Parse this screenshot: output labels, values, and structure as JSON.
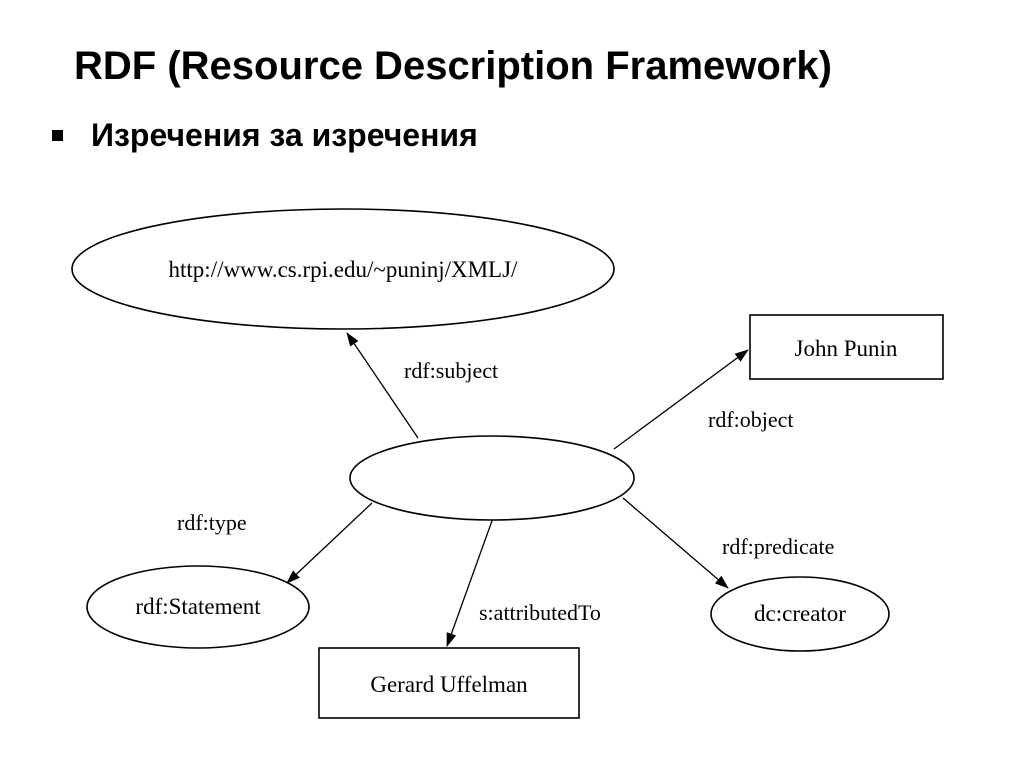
{
  "slide": {
    "title": "RDF (Resource Description Framework)",
    "bullet": "Изречения за изречения"
  },
  "diagram": {
    "nodes": {
      "subject_uri": "http://www.cs.rpi.edu/~puninj/XMLJ/",
      "statement_node": "",
      "john_punin": "John Punin",
      "rdf_statement": "rdf:Statement",
      "gerard_uffelman": "Gerard Uffelman",
      "dc_creator": "dc:creator"
    },
    "edges": {
      "subject": "rdf:subject",
      "object": "rdf:object",
      "type": "rdf:type",
      "attributed_to": "s:attributedTo",
      "predicate": "rdf:predicate"
    }
  }
}
